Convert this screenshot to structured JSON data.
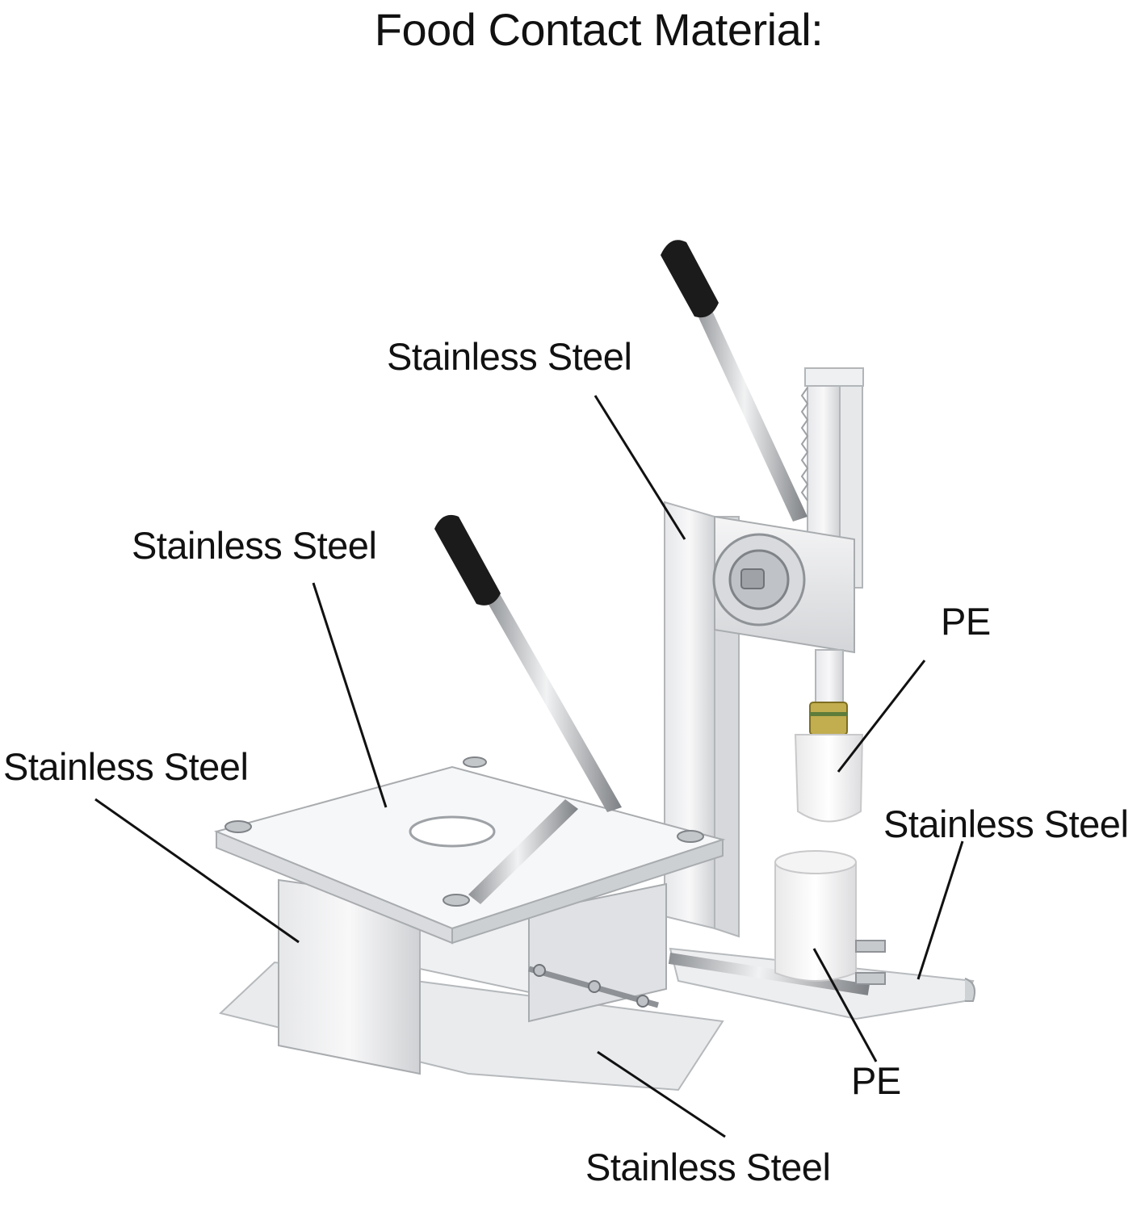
{
  "title": "Food Contact Material:",
  "labels": {
    "top_frame": "Stainless Steel",
    "cover_plate": "Stainless Steel",
    "left_body": "Stainless Steel",
    "right_base": "Stainless Steel",
    "bottom_base": "Stainless Steel",
    "pe_plunger": "PE",
    "pe_cup": "PE"
  },
  "colors": {
    "steel_light": "#f2f3f4",
    "steel_mid": "#d7d9db",
    "steel_dark": "#a9acaf",
    "handle_black": "#1b1b1b",
    "pe_white": "#fbfbfb",
    "brass": "#b6a24a"
  }
}
